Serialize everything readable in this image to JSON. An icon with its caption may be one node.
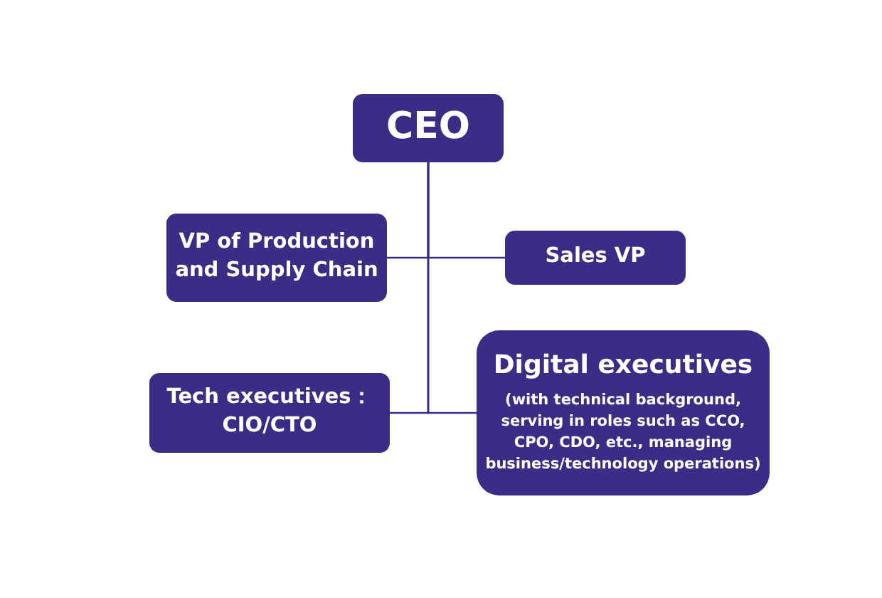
{
  "diagram": {
    "nodes": [
      {
        "text": [
          "CEO"
        ]
      },
      {
        "text": [
          "VP of Production and Supply Chain"
        ]
      },
      {
        "text": [
          "Sales VP"
        ]
      },
      {
        "text": [
          "Tech executives： CIO/CTO"
        ]
      },
      {
        "text": [
          "Digital executives",
          "(with technical background, serving in roles such as CCO, CPO, CDO, etc., managing business/technology operations)"
        ]
      }
    ],
    "edges": [
      {
        "from": 0,
        "to": 1,
        "arrow": "none"
      },
      {
        "from": 0,
        "to": 2,
        "arrow": "none"
      },
      {
        "from": 0,
        "to": 3,
        "arrow": "none"
      },
      {
        "from": 0,
        "to": 4,
        "arrow": "none"
      }
    ]
  }
}
